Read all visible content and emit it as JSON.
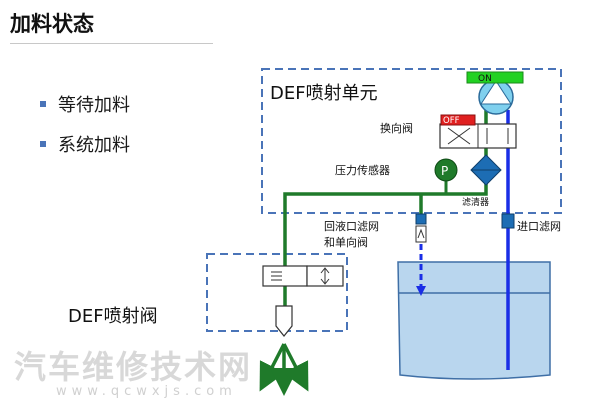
{
  "slide": {
    "title": "加料状态",
    "bullets": [
      "等待加料",
      "系统加料"
    ]
  },
  "diagram": {
    "unit_title": "DEF喷射单元",
    "on_tag": "ON",
    "off_tag": "OFF",
    "valve_label": "换向阀",
    "sensor_label": "压力传感器",
    "sensor_letter": "P",
    "filter_label": "滤清器",
    "return_filter_label_1": "回液口滤网",
    "return_filter_label_2": "和单向阀",
    "inlet_filter_label": "进口滤网",
    "injector_label": "DEF喷射阀",
    "watermark": "汽车维修技术网",
    "watermark_url": "www.qcwxjs.com",
    "colors": {
      "frame": "#4a74b8",
      "green_line": "#1f7a2a",
      "blue_line": "#1a2ee6",
      "tank_fill": "#b9d6ee",
      "on_green": "#22d122",
      "off_red": "#e02020",
      "pump_cyan": "#7fd0ee",
      "filter_blue": "#1d6db4"
    }
  }
}
